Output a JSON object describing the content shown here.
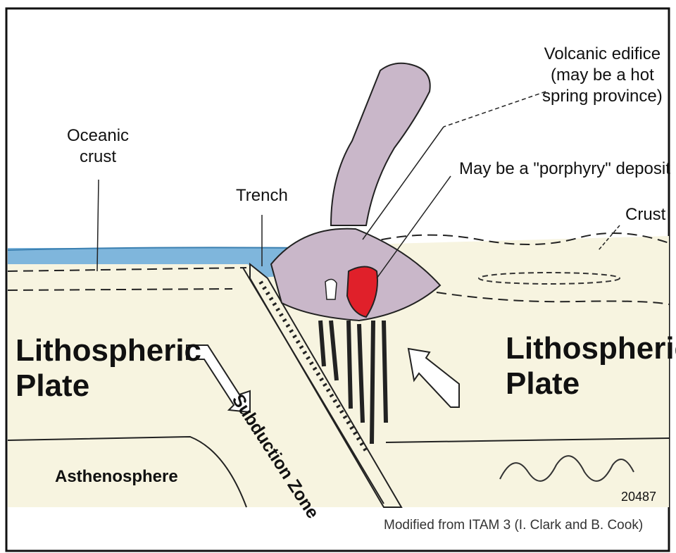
{
  "labels": {
    "oceanic_crust": [
      "Oceanic",
      "crust"
    ],
    "trench": "Trench",
    "volcanic_edifice": [
      "Volcanic edifice",
      "(may be a hot",
      "spring province)"
    ],
    "porphyry": "May be a \"porphyry\" deposit",
    "crust": "Crust",
    "lithospheric_plate_left": [
      "Lithospheric",
      "Plate"
    ],
    "lithospheric_plate_right": [
      "Lithospheric",
      "Plate"
    ],
    "subduction_zone": "Subduction Zone",
    "asthenosphere": "Asthenosphere",
    "figure_number": "20487",
    "credit": "Modified from ITAM 3 (I. Clark and B. Cook)"
  },
  "colors": {
    "ocean": "#7fb6dc",
    "plate": "#f7f4e0",
    "volcano": "#c9b7c9",
    "porphyry": "#e0202a",
    "line": "#222222"
  }
}
